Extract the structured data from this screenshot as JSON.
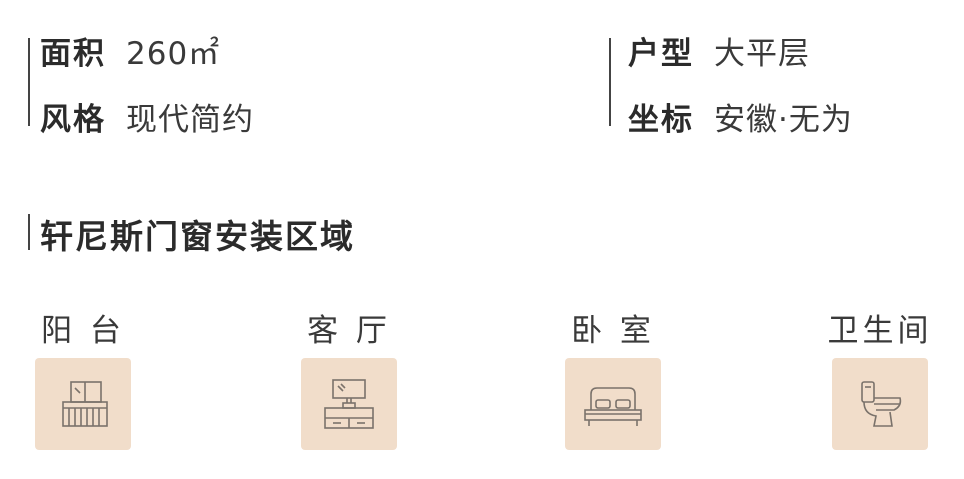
{
  "info": {
    "area": {
      "label": "面积",
      "value": "260㎡"
    },
    "style": {
      "label": "风格",
      "value": "现代简约"
    },
    "layout": {
      "label": "户型",
      "value": "大平层"
    },
    "location": {
      "label": "坐标",
      "value": "安徽·无为"
    }
  },
  "section_title": "轩尼斯门窗安装区域",
  "rooms": [
    {
      "label": "阳 台",
      "icon": "balcony-icon"
    },
    {
      "label": "客 厅",
      "icon": "tv-cabinet-icon"
    },
    {
      "label": "卧 室",
      "icon": "bed-icon"
    },
    {
      "label": "卫生间",
      "icon": "toilet-icon"
    }
  ],
  "colors": {
    "tile": "#f1ddca",
    "icon_stroke": "#7a726b",
    "text": "#333333"
  }
}
